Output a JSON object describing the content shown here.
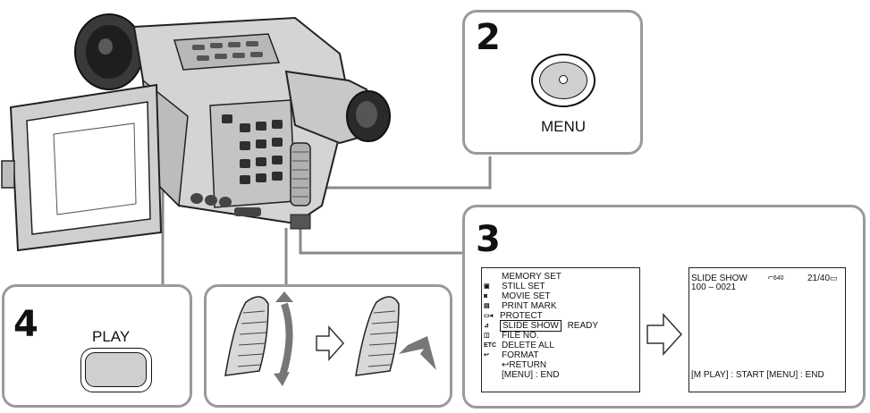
{
  "steps": {
    "step2": {
      "number": "2",
      "button_label": "MENU"
    },
    "step3": {
      "number": "3"
    },
    "step4": {
      "number": "4",
      "button_label": "PLAY"
    }
  },
  "menu_screen": {
    "title": "MEMORY SET",
    "items": [
      {
        "icon": "still-set-icon",
        "label": "STILL SET"
      },
      {
        "icon": "movie-set-icon",
        "label": "MOVIE SET"
      },
      {
        "icon": "print-mark-icon",
        "label": "PRINT MARK"
      },
      {
        "icon": "memory-card-icon",
        "label": "PROTECT"
      },
      {
        "icon": "slide-show-icon",
        "label": "SLIDE SHOW",
        "status": "READY"
      },
      {
        "icon": "file-no-icon",
        "label": "FILE NO."
      },
      {
        "icon": "etc-icon",
        "label": "DELETE ALL",
        "icon_text": "ETC"
      },
      {
        "icon": "return-icon",
        "label": "FORMAT"
      }
    ],
    "return_label": "RETURN",
    "footer": "[MENU] : END"
  },
  "slide_screen": {
    "title": "SLIDE SHOW",
    "size_label": "640",
    "counter": "21/40",
    "file_number": "100 – 0021",
    "footer": "[M  PLAY] : START [MENU] : END"
  },
  "colors": {
    "panel_border": "#9a9a9a",
    "camera_body": "#d4d4d4",
    "camera_dark": "#6e6e6e"
  }
}
